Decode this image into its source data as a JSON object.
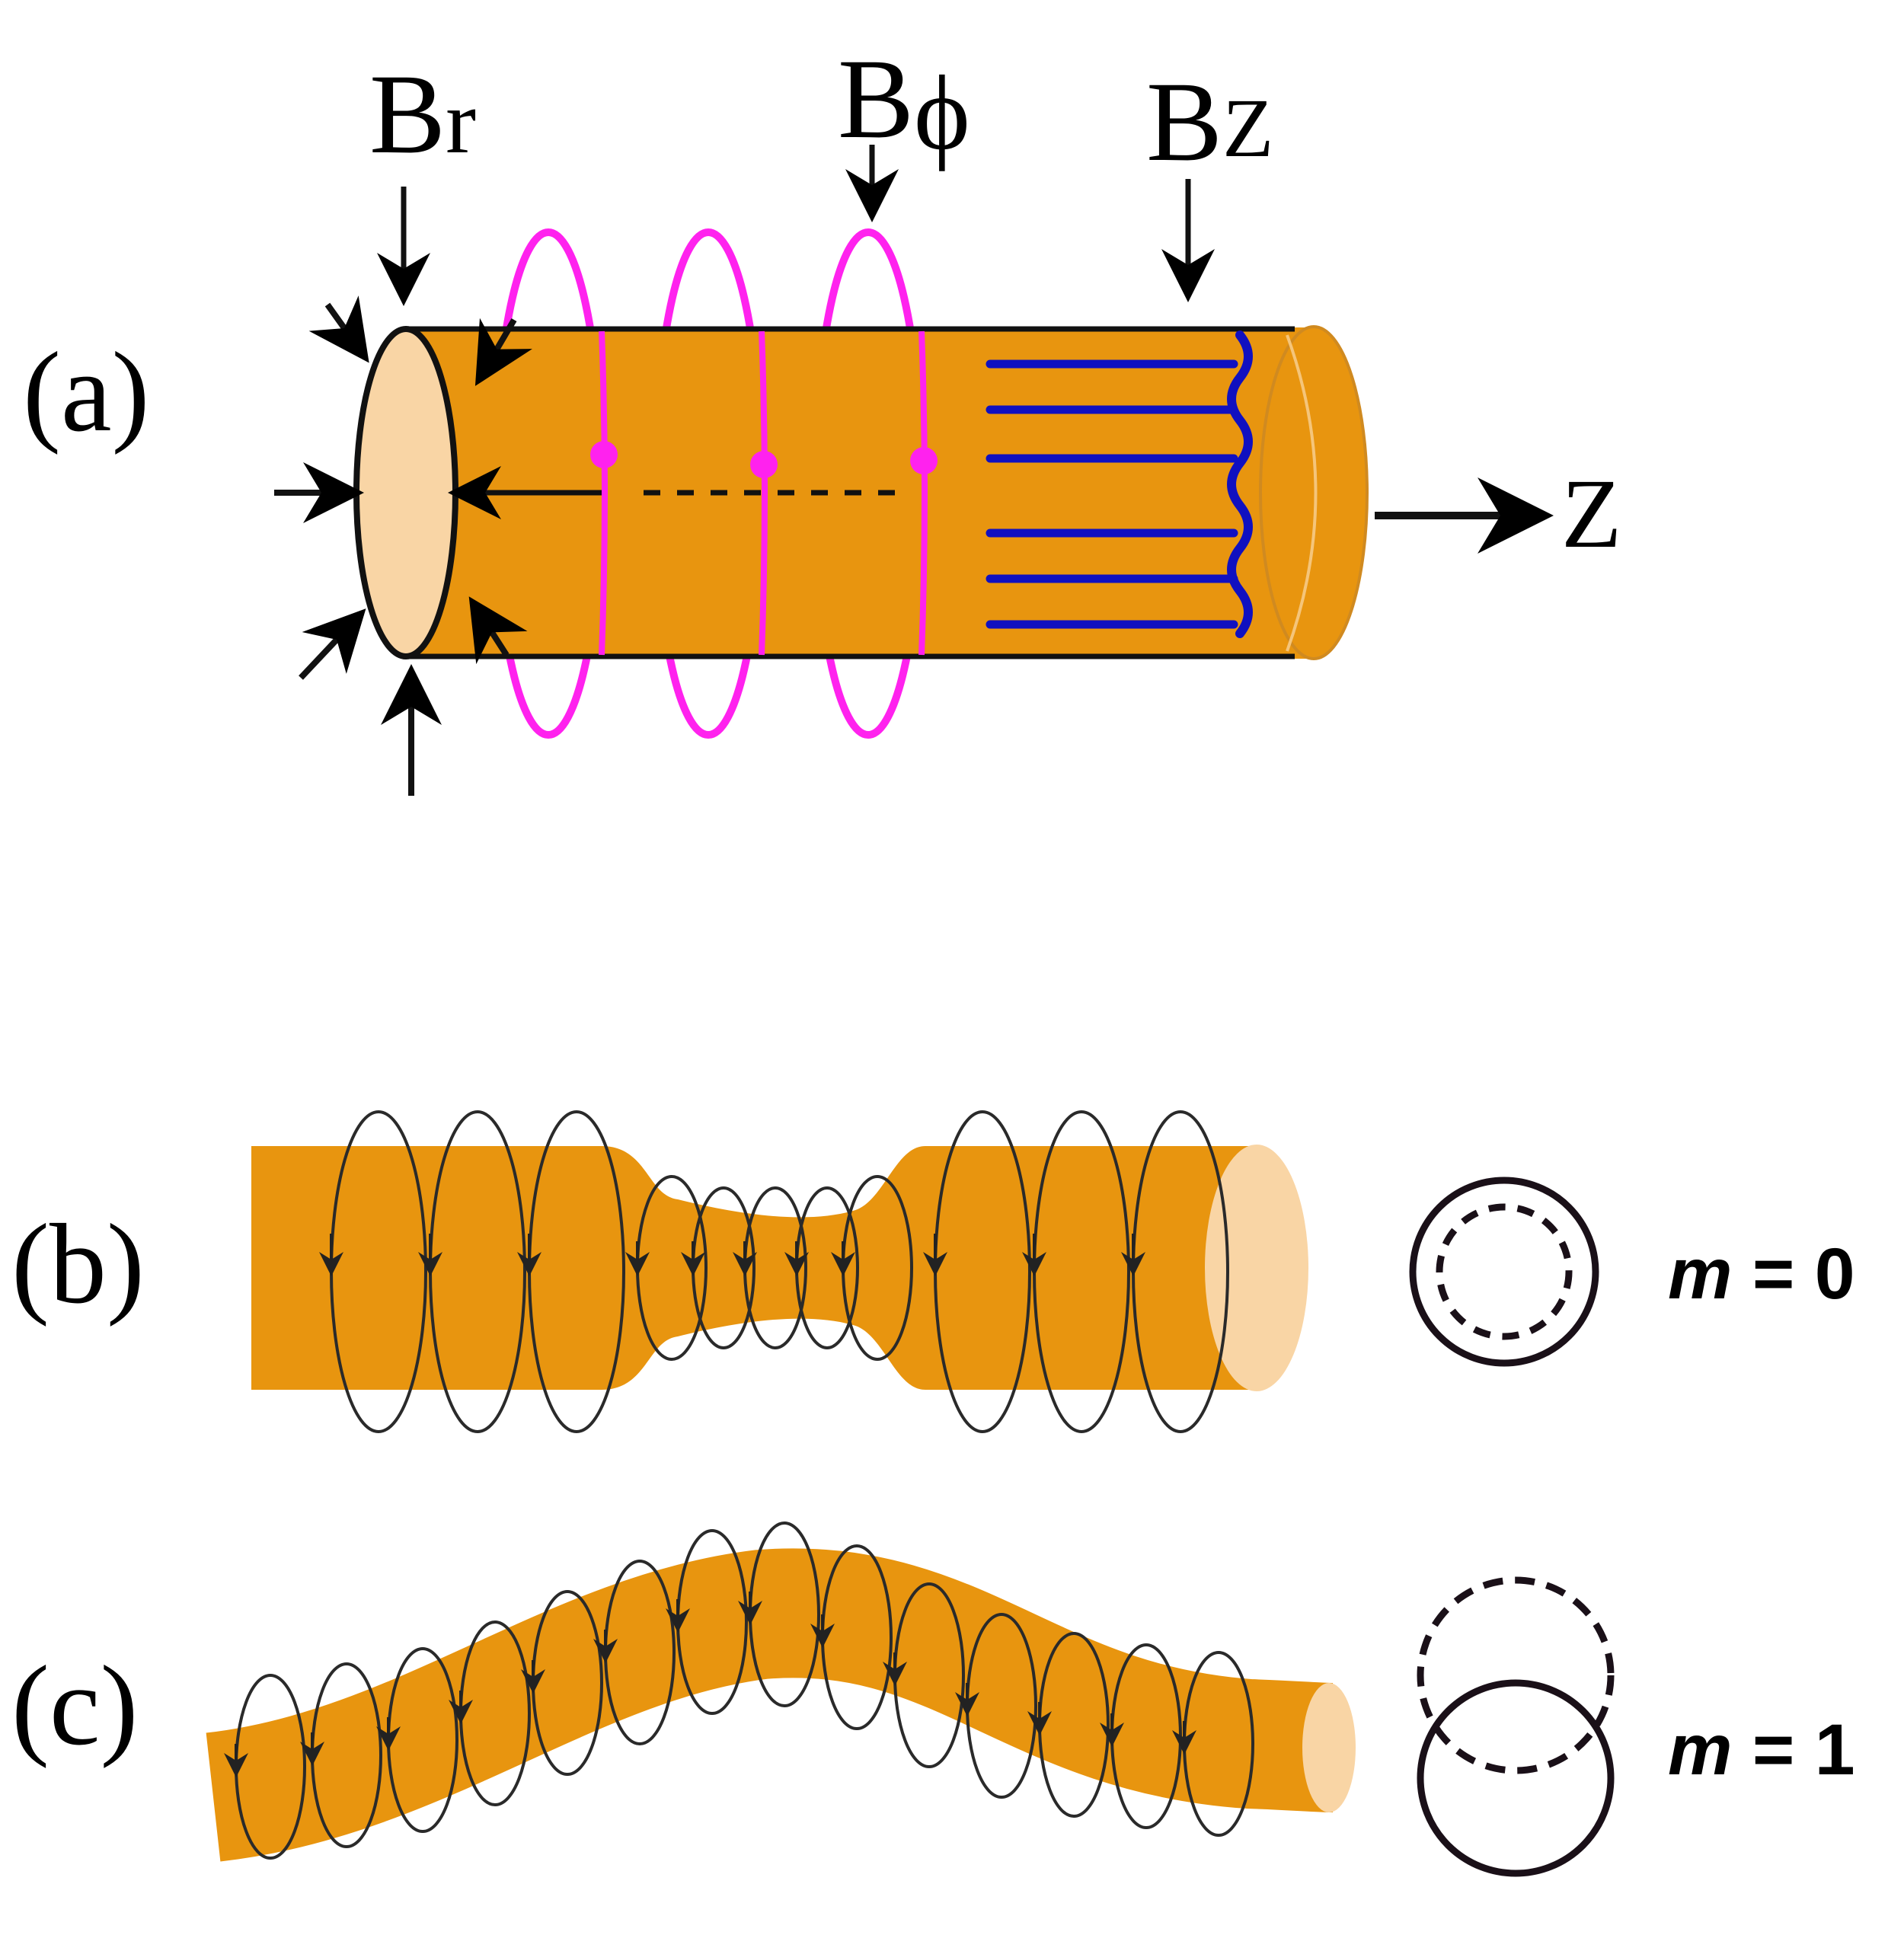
{
  "panel_labels": {
    "a": "(a)",
    "b": "(b)",
    "c": "(c)"
  },
  "field_labels": {
    "br": {
      "main": "B",
      "sub": "r"
    },
    "bphi": {
      "main": "B",
      "sub": "ϕ"
    },
    "bz": {
      "main": "B",
      "sub": "Z"
    }
  },
  "axis_label": "Z",
  "modes": {
    "m0": {
      "italic": "m",
      "rest": " = 0"
    },
    "m1": {
      "italic": "m",
      "rest": " = 1"
    }
  },
  "colors": {
    "plasma": "#e8950f",
    "plasma_face": "#f9d5a5",
    "bphi_loop": "#ff22ee",
    "bz_line": "#1010c0",
    "ink": "#111111"
  }
}
